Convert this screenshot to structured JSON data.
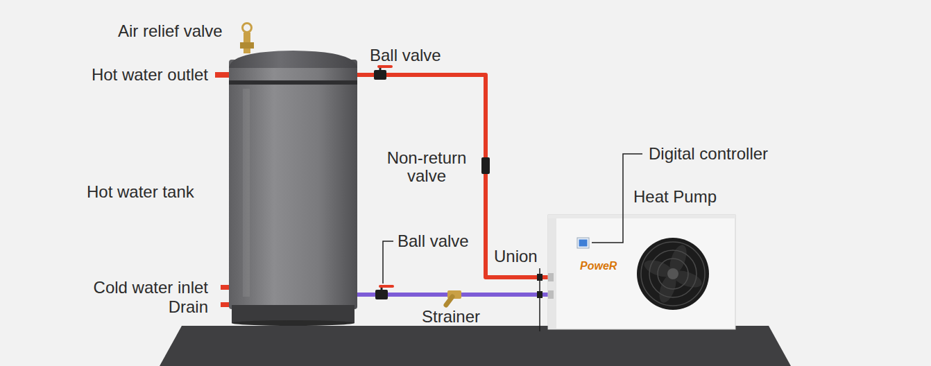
{
  "diagram": {
    "nodes": [
      {
        "text": [
          "Hot water tank"
        ]
      },
      {
        "text": [
          "Heat Pump"
        ]
      }
    ],
    "edges": [
      {
        "from": 1,
        "to": 0,
        "arrow": "none"
      },
      {
        "from": 0,
        "to": 1,
        "arrow": "none"
      }
    ],
    "labels": [
      "Air relief valve",
      "Hot water outlet",
      "Ball valve",
      "Non-return valve",
      "Digital controller",
      "Ball valve",
      "Union",
      "Cold water inlet",
      "Drain",
      "Strainer",
      "PoweR"
    ]
  }
}
